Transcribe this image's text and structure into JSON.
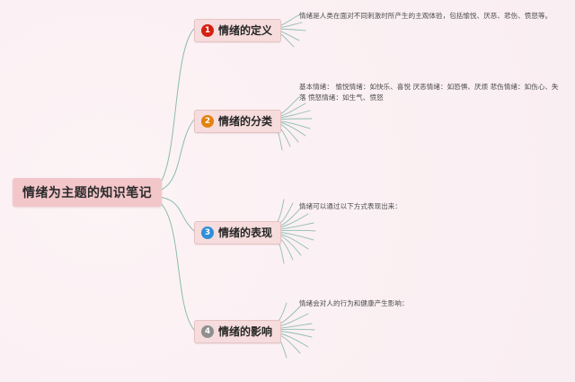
{
  "canvas": {
    "background_color": "#fbf1f3",
    "link_color": "#7fb7a6"
  },
  "root": {
    "label": "情绪为主题的知识笔记",
    "background_color": "#f3c6ca",
    "text_color": "#2b2b2b"
  },
  "branches": [
    {
      "number": "1",
      "label": "情绪的定义",
      "badge_color": "#d42012",
      "box_color": "#f6dcdc",
      "note": "情绪是人类在面对不同刺激时所产生的主观体验，包括愉悦、厌恶、悲伤、愤怒等。",
      "fan_count": 5
    },
    {
      "number": "2",
      "label": "情绪的分类",
      "badge_color": "#e2820f",
      "box_color": "#f6dcdc",
      "note": "基本情绪： 愉悦情绪：如快乐、喜悦 厌恶情绪：如恐惧、厌烦 悲伤情绪：如伤心、失落 愤怒情绪：如生气、愤怒",
      "fan_count": 9
    },
    {
      "number": "3",
      "label": "情绪的表现",
      "badge_color": "#2f8fd8",
      "box_color": "#f6dcdc",
      "note": "情绪可以通过以下方式表现出来：",
      "fan_count": 11
    },
    {
      "number": "4",
      "label": "情绪的影响",
      "badge_color": "#8f8f8f",
      "box_color": "#f6dcdc",
      "note": "情绪会对人的行为和健康产生影响：",
      "fan_count": 9
    }
  ]
}
